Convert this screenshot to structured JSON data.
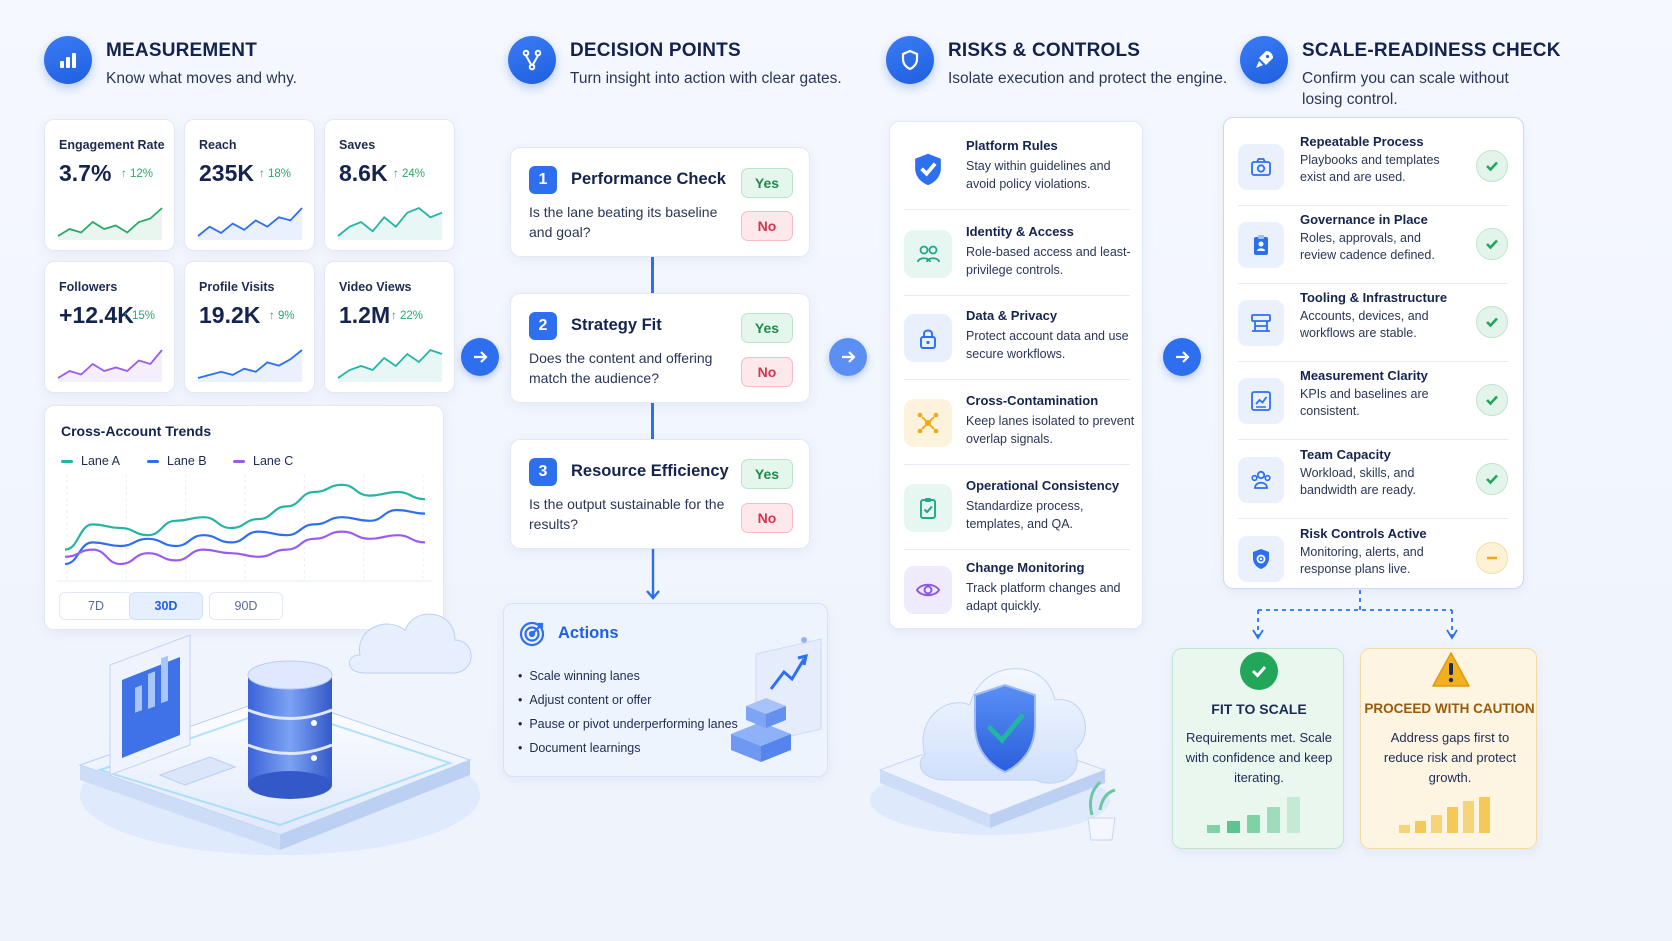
{
  "colors": {
    "accent": "#2e6ff0",
    "positive": "#2aa86a",
    "negative": "#d6334f",
    "caution": "#f2b01e",
    "lane_a": "#22b5a3",
    "lane_b": "#2e6ff0",
    "lane_c": "#9a5cf0"
  },
  "measurement": {
    "title": "MEASUREMENT",
    "subtitle": "Know what moves and why.",
    "icon": "bar-chart-icon",
    "metrics": [
      {
        "label": "Engagement Rate",
        "value": "3.7%",
        "change": "12%",
        "spark": [
          4,
          6,
          5,
          8,
          6,
          7,
          5,
          8,
          9,
          12
        ],
        "color": "#2aa86a"
      },
      {
        "label": "Reach",
        "value": "235K",
        "change": "18%",
        "spark": [
          3,
          6,
          4,
          7,
          5,
          8,
          6,
          9,
          8,
          12
        ],
        "color": "#2e6ff0"
      },
      {
        "label": "Saves",
        "value": "8.6K",
        "change": "24%",
        "spark": [
          4,
          6,
          7,
          5,
          8,
          6,
          9,
          10,
          8,
          9
        ],
        "color": "#22b5a3"
      },
      {
        "label": "Followers",
        "value": "+12.4K",
        "change": "15%",
        "spark": [
          4,
          6,
          5,
          8,
          6,
          7,
          6,
          9,
          8,
          12
        ],
        "color": "#9a5cf0"
      },
      {
        "label": "Profile Visits",
        "value": "19.2K",
        "change": "9%",
        "spark": [
          3,
          4,
          5,
          4,
          6,
          5,
          8,
          7,
          9,
          12
        ],
        "color": "#2e6ff0"
      },
      {
        "label": "Video Views",
        "value": "1.2M",
        "change": "22%",
        "spark": [
          3,
          5,
          6,
          5,
          8,
          6,
          9,
          7,
          10,
          9
        ],
        "color": "#22b5a3"
      }
    ],
    "trends": {
      "title": "Cross-Account Trends",
      "legend": [
        "Lane A",
        "Lane B",
        "Lane C"
      ],
      "ranges": [
        "7D",
        "30D",
        "90D"
      ],
      "active_range": "30D"
    }
  },
  "chart_data": {
    "type": "line",
    "title": "Cross-Account Trends",
    "series": [
      {
        "name": "Lane A",
        "values": [
          38,
          52,
          50,
          46,
          54,
          56,
          50,
          55,
          62,
          70,
          74,
          68,
          70,
          66
        ]
      },
      {
        "name": "Lane B",
        "values": [
          30,
          42,
          40,
          44,
          40,
          46,
          42,
          48,
          46,
          52,
          56,
          54,
          60,
          58
        ]
      },
      {
        "name": "Lane C",
        "values": [
          34,
          38,
          30,
          36,
          32,
          38,
          36,
          34,
          38,
          44,
          48,
          44,
          46,
          42
        ]
      }
    ],
    "ylim": [
      20,
      80
    ],
    "grid": true,
    "legend": "top-left"
  },
  "decision": {
    "title": "DECISION POINTS",
    "subtitle": "Turn insight into action with clear gates.",
    "icon": "branch-icon",
    "items": [
      {
        "num": "1",
        "title": "Performance Check",
        "question": "Is the lane beating its baseline and goal?",
        "yes": "Yes",
        "no": "No"
      },
      {
        "num": "2",
        "title": "Strategy Fit",
        "question": "Does the content and offering match the audience?",
        "yes": "Yes",
        "no": "No"
      },
      {
        "num": "3",
        "title": "Resource Efficiency",
        "question": "Is the output sustainable for the results?",
        "yes": "Yes",
        "no": "No"
      }
    ],
    "actions": {
      "title": "Actions",
      "items": [
        "Scale winning lanes",
        "Adjust content or offer",
        "Pause or pivot underperforming lanes",
        "Document learnings"
      ]
    }
  },
  "risks": {
    "title": "RISKS & CONTROLS",
    "subtitle": "Isolate execution and protect the engine.",
    "icon": "shield-icon",
    "items": [
      {
        "title": "Platform Rules",
        "desc": "Stay within guidelines and avoid policy violations.",
        "icon": "shield-check-icon"
      },
      {
        "title": "Identity & Access",
        "desc": "Role-based access and least-privilege controls.",
        "icon": "users-icon"
      },
      {
        "title": "Data & Privacy",
        "desc": "Protect account data and use secure workflows.",
        "icon": "lock-icon"
      },
      {
        "title": "Cross-Contamination",
        "desc": "Keep lanes isolated to prevent overlap signals.",
        "icon": "network-icon"
      },
      {
        "title": "Operational Consistency",
        "desc": "Standardize process, templates, and QA.",
        "icon": "clipboard-check-icon"
      },
      {
        "title": "Change Monitoring",
        "desc": "Track platform changes and adapt quickly.",
        "icon": "eye-icon"
      }
    ]
  },
  "scale": {
    "title": "SCALE-READINESS CHECK",
    "subtitle": "Confirm you can scale without losing control.",
    "icon": "rocket-icon",
    "items": [
      {
        "title": "Repeatable Process",
        "desc": "Playbooks and templates exist and are used.",
        "status": "ok",
        "icon": "process-icon"
      },
      {
        "title": "Governance in Place",
        "desc": "Roles, approvals, and review cadence defined.",
        "status": "ok",
        "icon": "clipboard-user-icon"
      },
      {
        "title": "Tooling & Infrastructure",
        "desc": "Accounts, devices, and workflows are stable.",
        "status": "ok",
        "icon": "infrastructure-icon"
      },
      {
        "title": "Measurement Clarity",
        "desc": "KPIs and baselines are consistent.",
        "status": "ok",
        "icon": "analytics-icon"
      },
      {
        "title": "Team Capacity",
        "desc": "Workload, skills, and bandwidth are ready.",
        "status": "ok",
        "icon": "team-icon"
      },
      {
        "title": "Risk Controls Active",
        "desc": "Monitoring, alerts, and response plans live.",
        "status": "warn",
        "icon": "shield-gear-icon"
      }
    ],
    "outcomes": [
      {
        "title": "FIT TO SCALE",
        "desc": "Requirements met. Scale with confidence and keep iterating."
      },
      {
        "title": "PROCEED WITH CAUTION",
        "desc": "Address gaps first to reduce risk and protect growth."
      }
    ]
  }
}
